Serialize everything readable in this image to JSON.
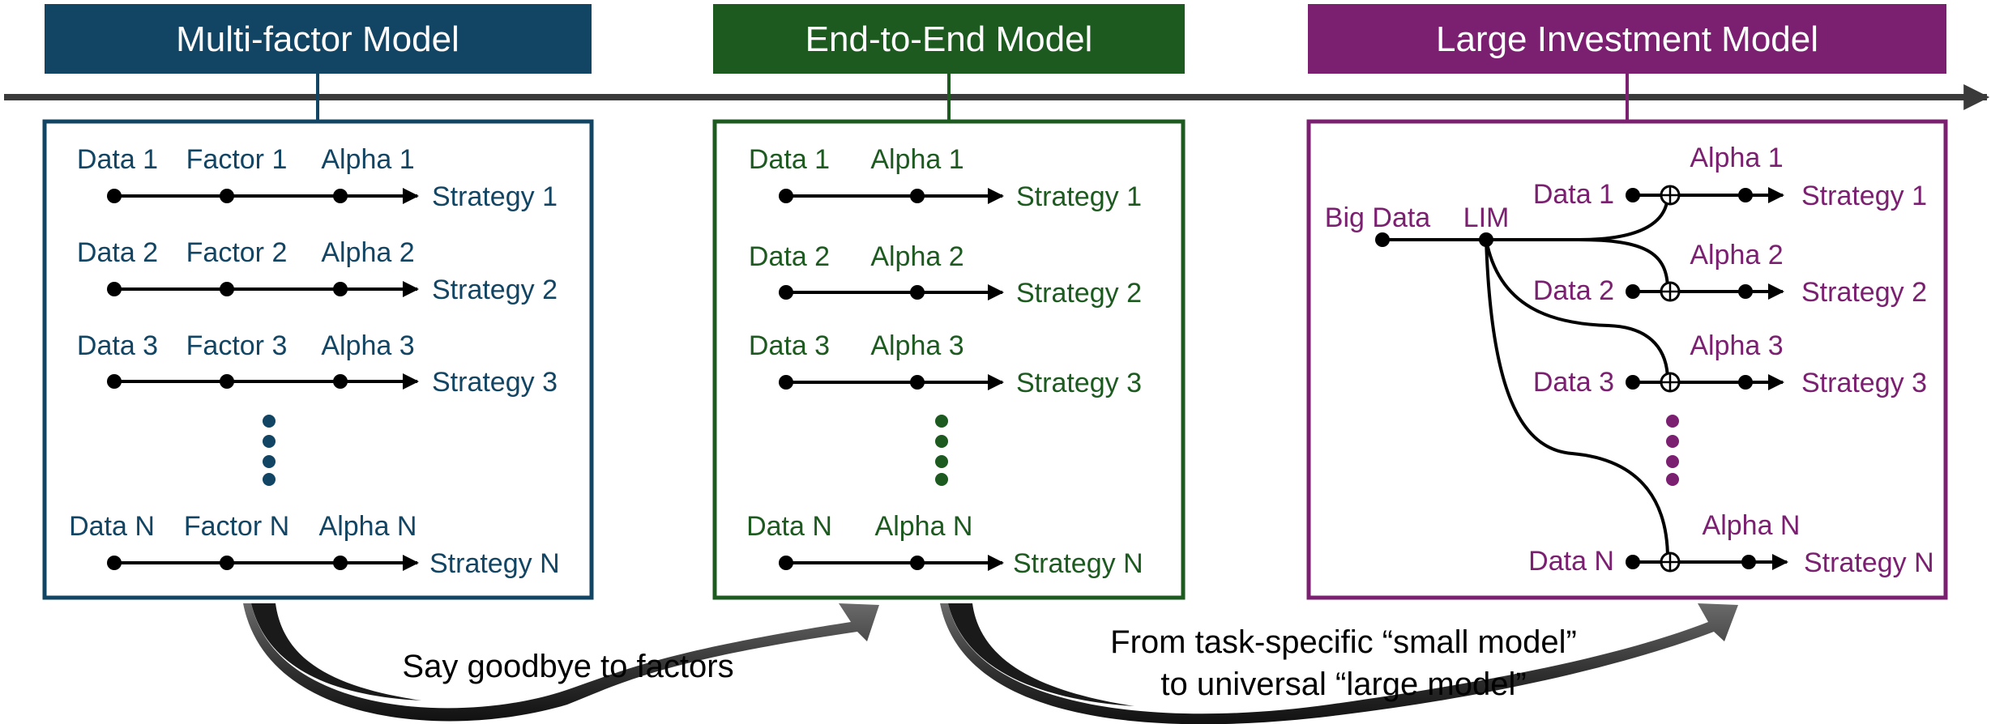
{
  "colors": {
    "multi_factor": "#124563",
    "end_to_end": "#1c5a1f",
    "large_investment": "#7b2070",
    "line": "#000000",
    "timeline": "#3a3a3a"
  },
  "headers": {
    "multi_factor": "Multi-factor Model",
    "end_to_end": "End-to-End Model",
    "large_investment": "Large Investment Model"
  },
  "multi_factor": {
    "rows": [
      {
        "data": "Data 1",
        "factor": "Factor 1",
        "alpha": "Alpha 1",
        "strategy": "Strategy 1"
      },
      {
        "data": "Data 2",
        "factor": "Factor 2",
        "alpha": "Alpha 2",
        "strategy": "Strategy 2"
      },
      {
        "data": "Data 3",
        "factor": "Factor 3",
        "alpha": "Alpha 3",
        "strategy": "Strategy 3"
      },
      {
        "data": "Data N",
        "factor": "Factor N",
        "alpha": "Alpha N",
        "strategy": "Strategy N"
      }
    ]
  },
  "end_to_end": {
    "rows": [
      {
        "data": "Data 1",
        "alpha": "Alpha 1",
        "strategy": "Strategy 1"
      },
      {
        "data": "Data 2",
        "alpha": "Alpha 2",
        "strategy": "Strategy 2"
      },
      {
        "data": "Data 3",
        "alpha": "Alpha 3",
        "strategy": "Strategy 3"
      },
      {
        "data": "Data N",
        "alpha": "Alpha N",
        "strategy": "Strategy N"
      }
    ]
  },
  "large_investment": {
    "source": "Big Data",
    "hub": "LIM",
    "rows": [
      {
        "data": "Data 1",
        "alpha": "Alpha 1",
        "strategy": "Strategy 1"
      },
      {
        "data": "Data 2",
        "alpha": "Alpha 2",
        "strategy": "Strategy 2"
      },
      {
        "data": "Data 3",
        "alpha": "Alpha 3",
        "strategy": "Strategy 3"
      },
      {
        "data": "Data N",
        "alpha": "Alpha N",
        "strategy": "Strategy N"
      }
    ]
  },
  "transitions": {
    "first": "Say goodbye to factors",
    "second_line1": "From task-specific “small model”",
    "second_line2": "to universal “large model”"
  }
}
